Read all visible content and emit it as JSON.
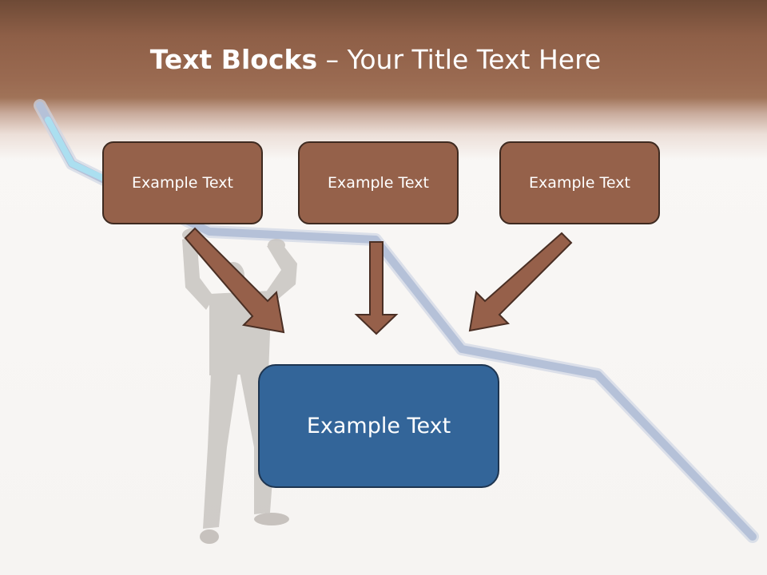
{
  "title": {
    "bold": "Text Blocks",
    "dash": "–",
    "rest": "Your Title Text Here"
  },
  "boxes": {
    "top": [
      {
        "label": "Example Text"
      },
      {
        "label": "Example Text"
      },
      {
        "label": "Example Text"
      }
    ],
    "main": {
      "label": "Example Text"
    }
  },
  "colors": {
    "header_dark": "#6e4a36",
    "header_mid": "#9a6a51",
    "box_brown": "#95614a",
    "box_brown_border": "#3e2a20",
    "box_blue": "#336599",
    "box_blue_border": "#1e3550",
    "arrow_fill": "#96604a",
    "arrow_outline": "#4a2f24",
    "trend_line": "#b5c1d8",
    "trend_line_highlight": "#a9e4f4",
    "figure_gray": "#c8c4c0",
    "text": "#ffffff"
  },
  "icons": {
    "trend_line": "declining-trend-line",
    "figure": "businessman-holding-line-silhouette"
  }
}
